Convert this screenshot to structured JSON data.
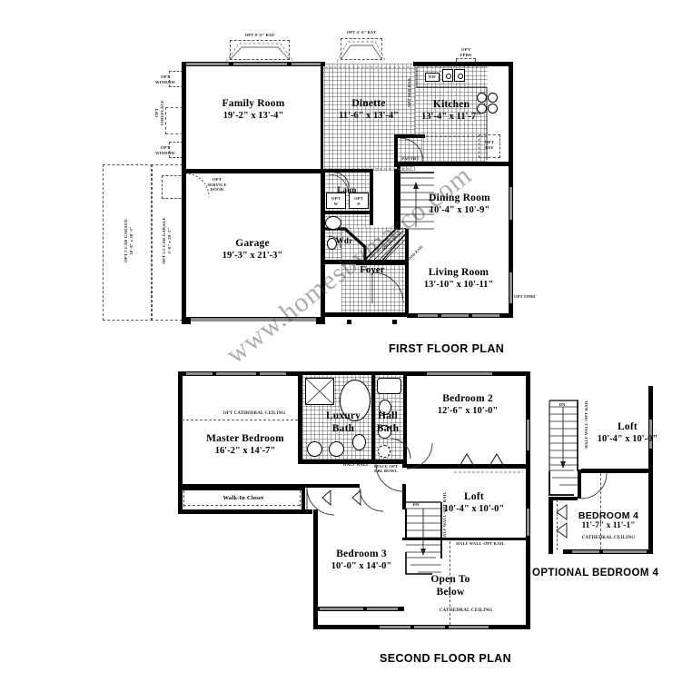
{
  "page": {
    "watermark": "www.homesbymarco.com",
    "captions": {
      "first": "FIRST FLOOR PLAN",
      "second": "SECOND FLOOR PLAN",
      "optional": "OPTIONAL BEDROOM 4"
    }
  },
  "first_floor": {
    "rooms": [
      {
        "key": "family_room",
        "name": "Family Room",
        "dimensions": "19'-2\" x 13'-4\""
      },
      {
        "key": "dinette",
        "name": "Dinette",
        "dimensions": "11'-6\" x 13'-4\""
      },
      {
        "key": "kitchen",
        "name": "Kitchen",
        "dimensions": "13'-4\" x 11'-7\""
      },
      {
        "key": "dining_room",
        "name": "Dining Room",
        "dimensions": "10'-4\" x 10'-9\""
      },
      {
        "key": "living_room",
        "name": "Living Room",
        "dimensions": "13'-10\" x 10'-11\""
      },
      {
        "key": "garage",
        "name": "Garage",
        "dimensions": "19'-3\" x 21'-3\""
      },
      {
        "key": "laundry",
        "name": "Laun",
        "dimensions": ""
      },
      {
        "key": "powder",
        "name": "Wdr",
        "dimensions": ""
      },
      {
        "key": "foyer",
        "name": "Foyer",
        "dimensions": ""
      }
    ],
    "annotations": [
      {
        "key": "opt_bay_family",
        "text": "OPT 8'-0\" BAY"
      },
      {
        "key": "opt_bay_dinette",
        "text": "OPT 4'-0\" BAY"
      },
      {
        "key": "opt_fpbd",
        "text": "OPT\nFPBD"
      },
      {
        "key": "opt_window_upper",
        "text": "OPT\nWINDOW"
      },
      {
        "key": "opt_fireplace",
        "text": "OPT\nFIREPLACE"
      },
      {
        "key": "opt_window_lower",
        "text": "OPT\nWINDOW"
      },
      {
        "key": "opt_service_door",
        "text": "OPT\nSERVICE\nDOOR"
      },
      {
        "key": "opt_3car",
        "text": "OPT 3 CAR GARAGE\n10'-0\" x 20'-3\""
      },
      {
        "key": "opt_25car",
        "text": "OPT 2.5 CAR GARAGE\n5'-0\" x 20'-3\""
      },
      {
        "key": "opt_ser_bar",
        "text": "OPT SER BAR"
      },
      {
        "key": "pantry",
        "text": "PANTRY"
      },
      {
        "key": "opt_ref",
        "text": "OPT\nREF"
      },
      {
        "key": "opt_washer",
        "text": "OPT\nW"
      },
      {
        "key": "opt_dryer",
        "text": "OPT\nD"
      },
      {
        "key": "dw",
        "text": "DW"
      },
      {
        "key": "wood_rail_a",
        "text": "WOOD RAIL"
      },
      {
        "key": "wood_rail_b",
        "text": "WOOD RAIL"
      },
      {
        "key": "opt_fpbd_right",
        "text": "OPT FPBD"
      }
    ]
  },
  "second_floor": {
    "rooms": [
      {
        "key": "master_bedroom",
        "name": "Master Bedroom",
        "dimensions": "16'-2\" x 14'-7\""
      },
      {
        "key": "luxury_bath",
        "name": "Luxury\nBath",
        "dimensions": ""
      },
      {
        "key": "hall_bath",
        "name": "Hall\nBath",
        "dimensions": ""
      },
      {
        "key": "bedroom_2",
        "name": "Bedroom 2",
        "dimensions": "12'-6\" x 10'-0\""
      },
      {
        "key": "bedroom_3",
        "name": "Bedroom 3",
        "dimensions": "10'-0\" x 14'-0\""
      },
      {
        "key": "loft",
        "name": "Loft",
        "dimensions": "10'-4\" x 10'-0\""
      },
      {
        "key": "walk_in_closet",
        "name": "Walk-In Closet",
        "dimensions": ""
      },
      {
        "key": "open_to_below",
        "name": "Open To\nBelow",
        "dimensions": ""
      }
    ],
    "annotations": [
      {
        "key": "opt_cathedral_ceiling",
        "text": "OPT CATHEDRAL CEILING"
      },
      {
        "key": "half_wall_master",
        "text": "HALF WALL"
      },
      {
        "key": "std_knee_space",
        "text": "STD KNEE\nSPACE OPT\nDBL BOWL"
      },
      {
        "key": "half_wall_opt_rail_v",
        "text": "HALF WALL-OPT RAIL"
      },
      {
        "key": "half_wall_opt_rail_h",
        "text": "HALF WALL-OPT RAIL"
      },
      {
        "key": "cathedral_ceiling",
        "text": "CATHEDRAL CEILING"
      },
      {
        "key": "dn_arrow",
        "text": "DN"
      }
    ]
  },
  "optional_bedroom_4": {
    "rooms": [
      {
        "key": "loft_opt",
        "name": "Loft",
        "dimensions": "10'-4\" x 10'-0\""
      },
      {
        "key": "bedroom_4",
        "name": "BEDROOM 4",
        "dimensions": "11'-7\" x 11'-1\""
      }
    ],
    "annotations": [
      {
        "key": "cathedral_ceiling_b4",
        "text": "CATHEDRAL CEILING"
      },
      {
        "key": "half_wall_opt_rail_b4",
        "text": "HALF WALL-OPT RAIL"
      },
      {
        "key": "dn_b4",
        "text": "DN"
      }
    ]
  },
  "colors": {
    "wall": "#000000",
    "wall_light": "#8e8e8e",
    "dash": "#555555",
    "paper": "#ffffff",
    "watermark": "rgba(60,60,60,.42)"
  }
}
